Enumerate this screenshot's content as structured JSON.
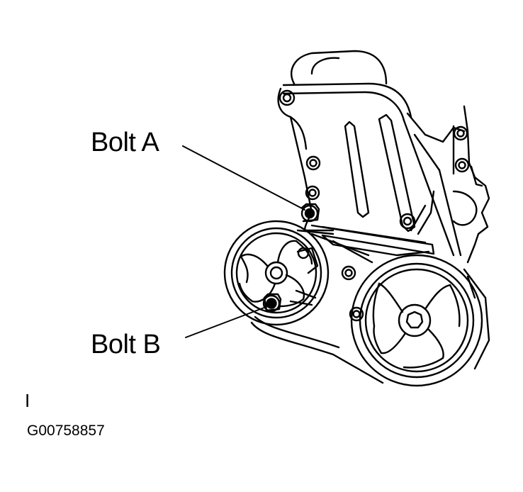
{
  "diagram": {
    "callouts": {
      "bolt_a": "Bolt A",
      "bolt_b": "Bolt B"
    },
    "mark": "I",
    "figure_id": "G00758857"
  },
  "colors": {
    "line": "#000000",
    "background": "#ffffff"
  }
}
